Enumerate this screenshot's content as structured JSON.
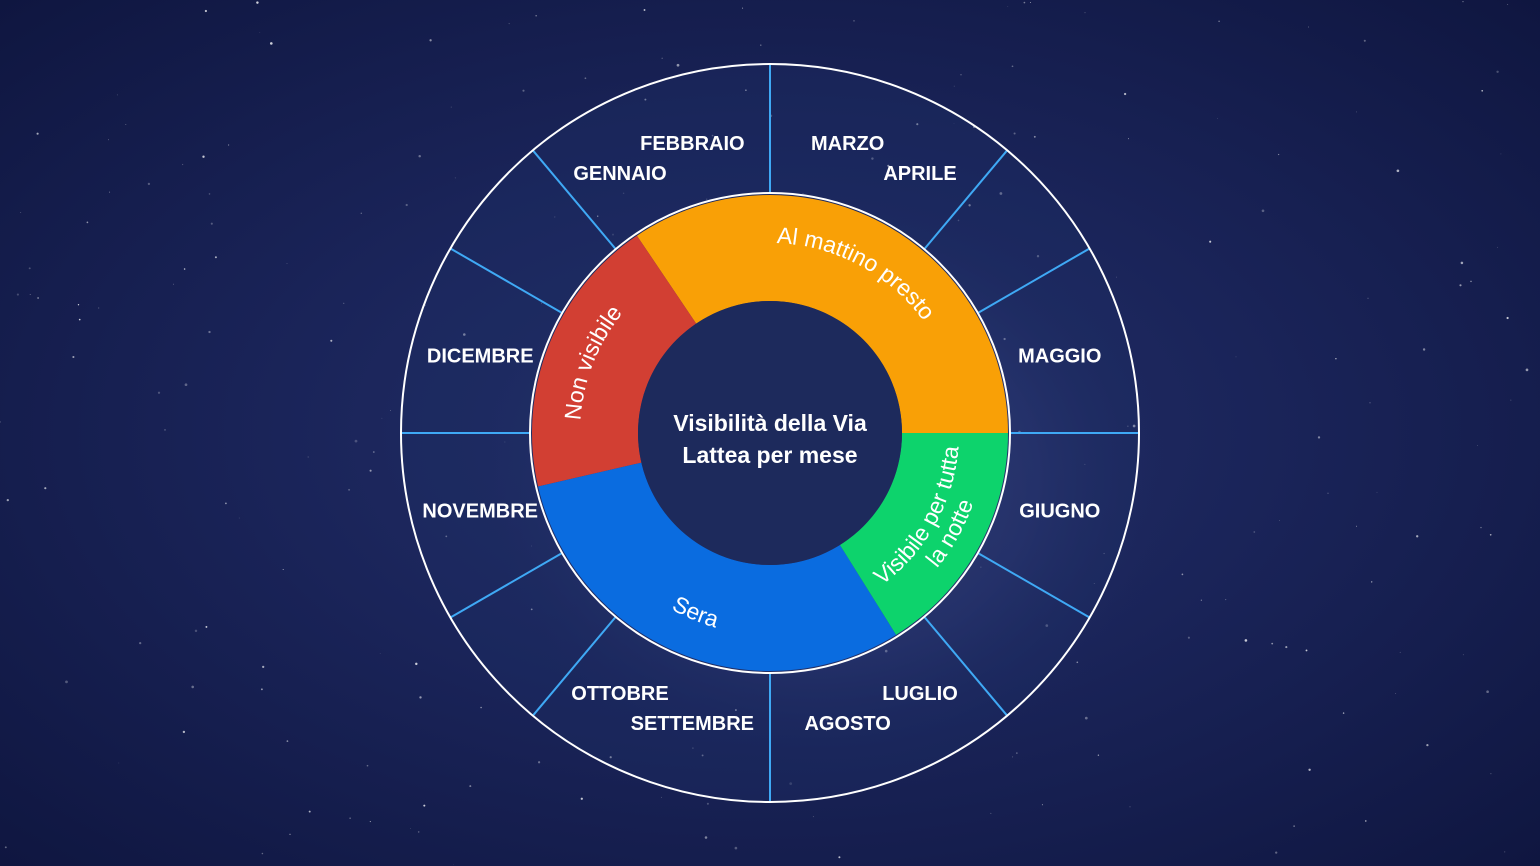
{
  "diagram": {
    "center_title_lines": [
      "Visibilità della Via",
      "Lattea per mese"
    ],
    "months": [
      {
        "label": "GENNAIO",
        "center_deg": 120
      },
      {
        "label": "FEBBRAIO",
        "center_deg": 105
      },
      {
        "label": "MARZO",
        "center_deg": 75
      },
      {
        "label": "APRILE",
        "center_deg": 60
      },
      {
        "label": "MAGGIO",
        "center_deg": 15
      },
      {
        "label": "GIUGNO",
        "center_deg": -15
      },
      {
        "label": "LUGLIO",
        "center_deg": -60
      },
      {
        "label": "AGOSTO",
        "center_deg": -75
      },
      {
        "label": "SETTEMBRE",
        "center_deg": -105
      },
      {
        "label": "OTTOBRE",
        "center_deg": -120
      },
      {
        "label": "NOVEMBRE",
        "center_deg": -165
      },
      {
        "label": "DICEMBRE",
        "center_deg": 165
      }
    ],
    "divider_deg": [
      0,
      30,
      50,
      90,
      130,
      150,
      180,
      210,
      230,
      270,
      310,
      330
    ],
    "segments": [
      {
        "name": "Al mattino presto",
        "lines": [
          "Al mattino presto"
        ],
        "color": "#f9a006",
        "start_deg": 0,
        "end_deg": 124
      },
      {
        "name": "Non visibile",
        "lines": [
          "Non visibile"
        ],
        "color": "#d23f33",
        "start_deg": 124,
        "end_deg": 193
      },
      {
        "name": "Sera",
        "lines": [
          "Sera"
        ],
        "color": "#0a6ce0",
        "start_deg": 193,
        "end_deg": 302
      },
      {
        "name": "Visibile per tutta la notte",
        "lines": [
          "Visibile per tutta",
          "la notte"
        ],
        "color": "#0dd36c",
        "start_deg": 302,
        "end_deg": 360
      }
    ],
    "colors": {
      "ring_stroke": "#ffffff",
      "divider": "#3fa9f5",
      "hub_fill": "#1d2a5c",
      "outer_band": "rgba(30,45,100,0.35)"
    }
  }
}
